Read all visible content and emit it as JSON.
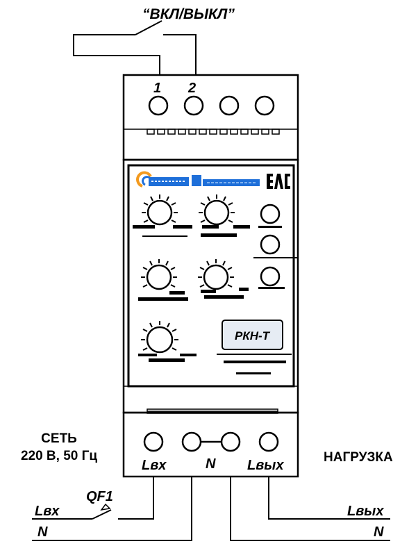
{
  "switch_label": "“ВКЛ/ВЫКЛ”",
  "top_terminals": [
    "1",
    "2"
  ],
  "model_label": "РКН-Т",
  "network": {
    "line1": "СЕТЬ",
    "line2": "220 В, 50 Гц"
  },
  "load_label": "НАГРУЗКА",
  "bottom_terminals": {
    "lin": "Lвх",
    "n": "N",
    "lout": "Lвых"
  },
  "breaker_label": "QF1",
  "wires": {
    "lin_left": "Lвх",
    "n_left": "N",
    "lout_right": "Lвых",
    "n_right": "N"
  },
  "colors": {
    "line": "#000000",
    "background": "#ffffff",
    "logo_blue": "#1e6fd9",
    "logo_orange": "#f39a1e",
    "screen": "#e6ecf4"
  }
}
